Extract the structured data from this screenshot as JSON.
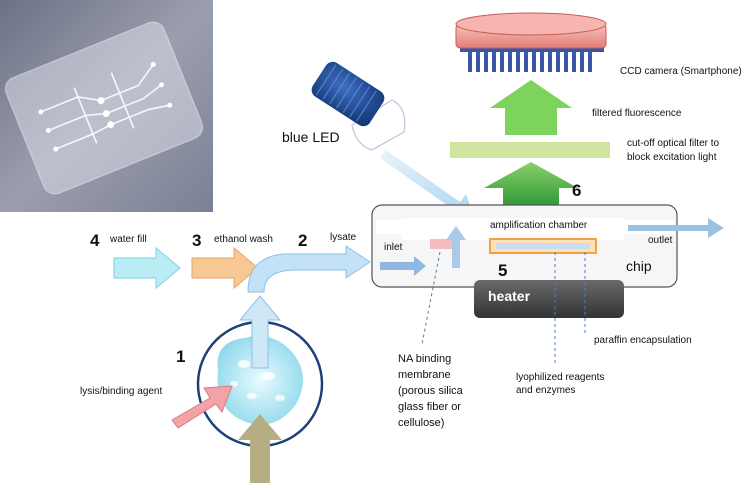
{
  "labels": {
    "ccd_camera": "CCD camera (Smartphone)",
    "filtered_fluorescence": "filtered fluorescence",
    "filter_line1": "cut-off optical filter to",
    "filter_line2": "block excitation light",
    "blue_led": "blue LED",
    "step6": "6",
    "amplification_chamber": "amplification chamber",
    "inlet": "inlet",
    "outlet": "outlet",
    "chip": "chip",
    "step5": "5",
    "heater": "heater",
    "step4": "4",
    "water_fill": "water fill",
    "step3": "3",
    "ethanol_wash": "ethanol wash",
    "step2": "2",
    "lysate": "lysate",
    "step1": "1",
    "lysis_agent": "lysis/binding agent",
    "na_membrane": [
      "NA binding",
      "membrane",
      "(porous silica",
      "glass fiber or",
      "cellulose)"
    ],
    "paraffin": "paraffin encapsulation",
    "reagents_line1": "lyophilized reagents",
    "reagents_line2": "and enzymes"
  },
  "colors": {
    "camera_top": "#f2a7a0",
    "camera_body": "#e98a83",
    "camera_fins": "#3a56a8",
    "led_cap": "#1d4e9a",
    "green_arrow": "#4fc24a",
    "filter_bar": "#cfe6a0",
    "light_blue_arrow": "#bfe0f5",
    "cyan_arrow": "#b9ecf4",
    "orange_arrow": "#f7c894",
    "red_arrow": "#f3a3a8",
    "tan_arrow": "#b7ad82",
    "chip_body": "#f4f4f4",
    "heater": "#4a4a4a",
    "photo_bg": "#8a8fa3"
  }
}
